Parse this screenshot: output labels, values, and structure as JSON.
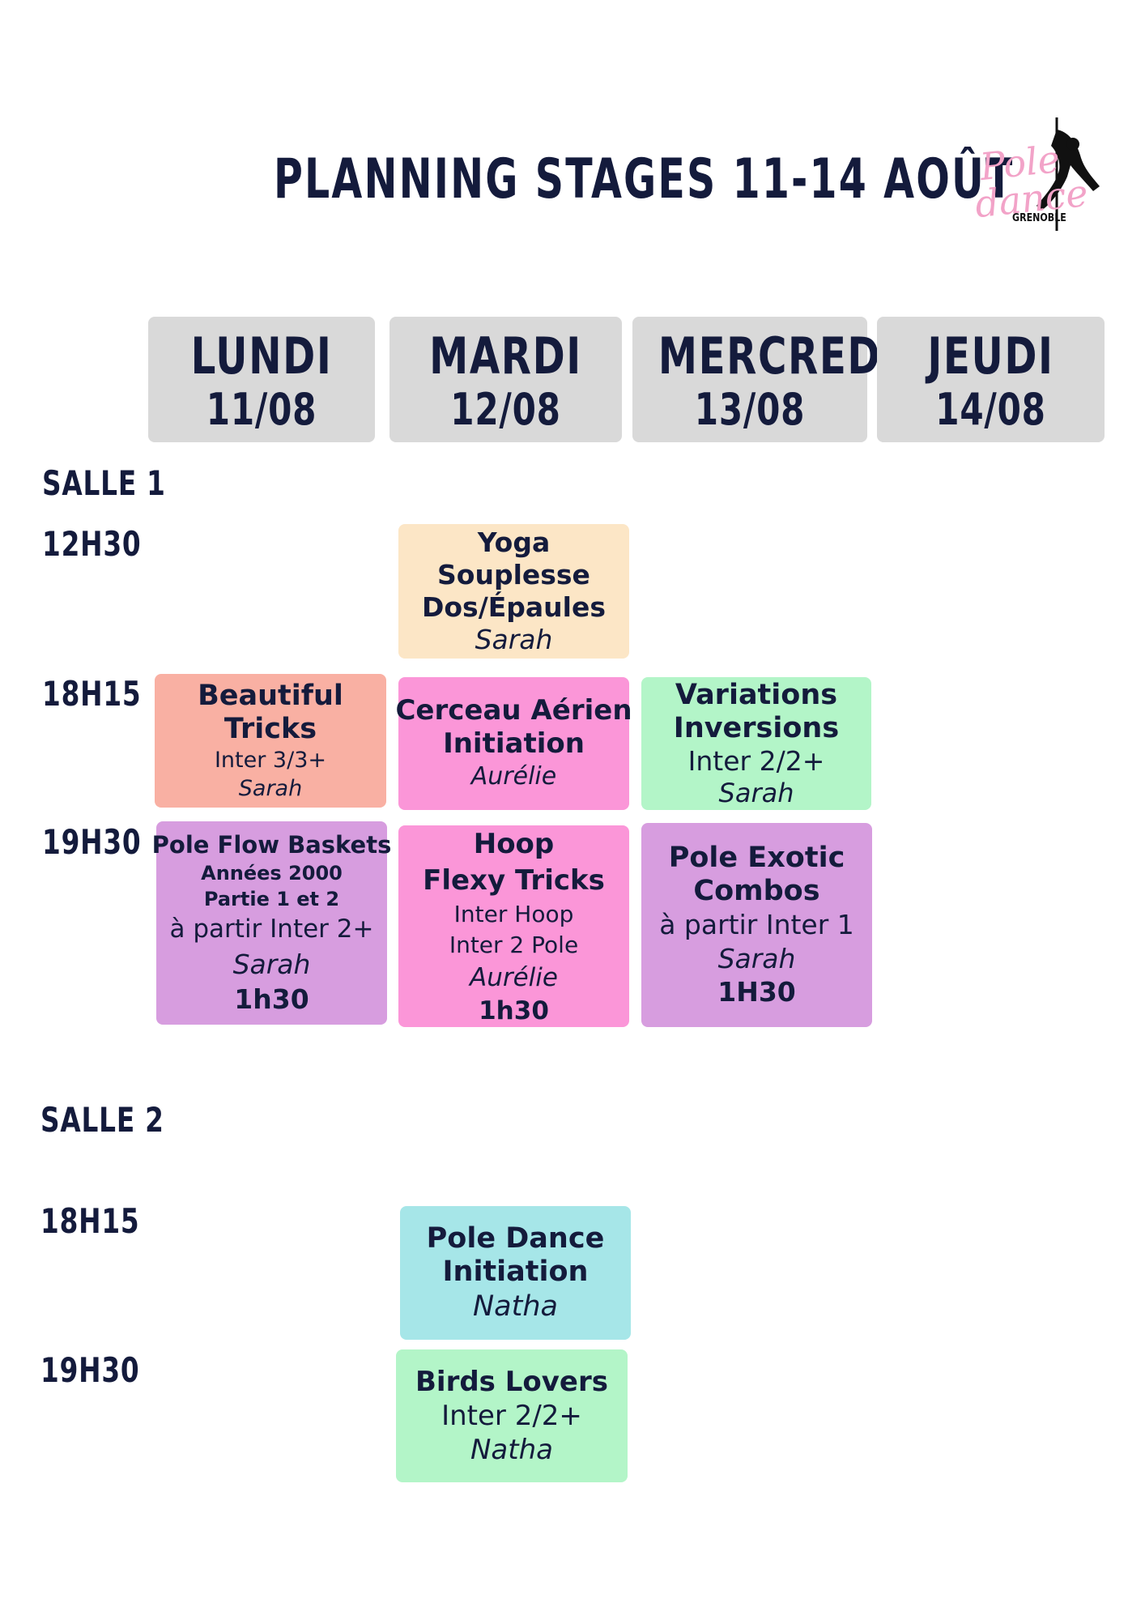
{
  "title": "PLANNING STAGES 11-14 AOÛT",
  "logo": {
    "line1": "Pole",
    "line2": "dance",
    "city": "GRENOBLE"
  },
  "days": [
    {
      "name": "LUNDI",
      "date": "11/08"
    },
    {
      "name": "MARDI",
      "date": "12/08"
    },
    {
      "name": "MERCREDI",
      "date": "13/08"
    },
    {
      "name": "JEUDI",
      "date": "14/08"
    }
  ],
  "salle1": {
    "label": "SALLE 1",
    "times": [
      "12H30",
      "18H15",
      "19H30"
    ],
    "yoga": {
      "lines": [
        "Yoga",
        "Souplesse",
        "Dos/Épaules"
      ],
      "teacher": "Sarah"
    },
    "beautiful": {
      "lines": [
        "Beautiful",
        "Tricks"
      ],
      "level": "Inter 3/3+",
      "teacher": "Sarah"
    },
    "cerceau": {
      "lines": [
        "Cerceau Aérien",
        "Initiation"
      ],
      "teacher": "Aurélie"
    },
    "variations": {
      "lines": [
        "Variations",
        "Inversions"
      ],
      "level": "Inter 2/2+",
      "teacher": "Sarah"
    },
    "poleflow": {
      "title": "Pole Flow Baskets",
      "sub1": "Années 2000",
      "sub2": "Partie 1 et 2",
      "level": "à partir Inter 2+",
      "teacher": "Sarah",
      "duration": "1h30"
    },
    "hoop": {
      "lines": [
        "Hoop",
        "Flexy Tricks"
      ],
      "level1": "Inter Hoop",
      "level2": "Inter 2 Pole",
      "teacher": "Aurélie",
      "duration": "1h30"
    },
    "exotic": {
      "lines": [
        "Pole Exotic",
        "Combos"
      ],
      "level": "à partir Inter 1",
      "teacher": "Sarah",
      "duration": "1H30"
    }
  },
  "salle2": {
    "label": "SALLE 2",
    "times": [
      "18H15",
      "19H30"
    ],
    "poledance": {
      "lines": [
        "Pole Dance",
        "Initiation"
      ],
      "teacher": "Natha"
    },
    "birds": {
      "title": "Birds Lovers",
      "level": "Inter 2/2+",
      "teacher": "Natha"
    }
  },
  "colors": {
    "text": "#141b3c",
    "dayHeader": "#d9d9d9",
    "peach": "#fce6c6",
    "salmon": "#f9b0a3",
    "pink": "#fb96d8",
    "green": "#b3f5c8",
    "purple": "#d79ddf",
    "cyan": "#a6e6e8",
    "logoPink": "#f2a3c8"
  }
}
